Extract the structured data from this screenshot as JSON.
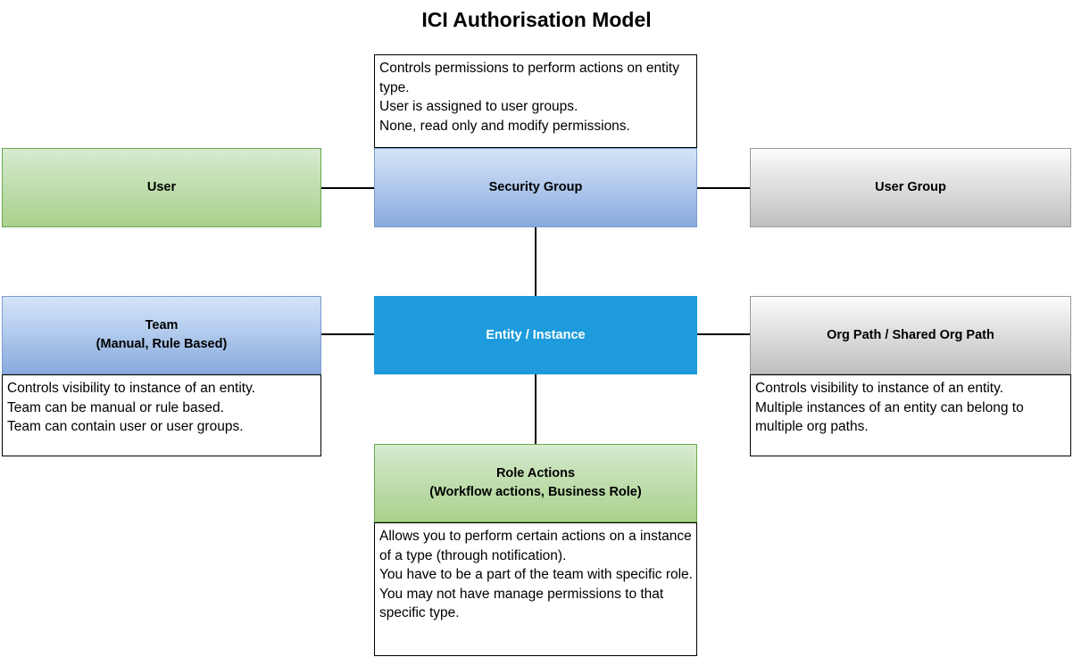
{
  "page": {
    "title": "ICI Authorisation Model",
    "background": "#ffffff"
  },
  "colors": {
    "green_fill_top": "#d9ebd0",
    "green_fill_bottom": "#a8d18c",
    "green_border": "#6aa84f",
    "blue_fill_top": "#d4e3f7",
    "blue_fill_bottom": "#88aade",
    "blue_border": "#7a9bc9",
    "gray_fill_top": "#fdfdfd",
    "gray_fill_bottom": "#bfbfbf",
    "gray_border": "#9a9a9a",
    "entity_fill": "#1d9bdd",
    "entity_text": "#ffffff",
    "note_border": "#000000",
    "note_fill": "#ffffff",
    "connector": "#000000",
    "text": "#000000"
  },
  "nodes": {
    "user": {
      "label": "User",
      "style": "green"
    },
    "security_group": {
      "label": "Security Group",
      "style": "blue"
    },
    "user_group": {
      "label": "User Group",
      "style": "gray"
    },
    "team": {
      "label_line1": "Team",
      "label_line2": "(Manual, Rule Based)",
      "style": "blue"
    },
    "entity_instance": {
      "label": "Entity / Instance",
      "style": "solid-blue"
    },
    "org_path": {
      "label": "Org Path / Shared Org Path",
      "style": "gray"
    },
    "role_actions": {
      "label_line1": "Role Actions",
      "label_line2": "(Workflow actions, Business Role)",
      "style": "green"
    }
  },
  "notes": {
    "security_group_note": "Controls permissions to perform actions on entity type.\nUser is assigned to user groups.\nNone, read only and modify permissions.",
    "team_note": "Controls visibility to instance of an entity.\nTeam can be manual or rule based.\nTeam can contain user or user groups.",
    "org_path_note": "Controls visibility to instance of an entity.\nMultiple instances of an entity can belong to multiple org paths.",
    "role_actions_note": "Allows you to perform certain actions on a instance of a type (through notification).\nYou have to be a part of the team with specific role.\nYou may not have manage permissions to that specific type."
  },
  "connections": [
    {
      "name": "user-to-security-group",
      "from": "user",
      "to": "security_group",
      "orientation": "horizontal"
    },
    {
      "name": "security-group-to-user-group",
      "from": "security_group",
      "to": "user_group",
      "orientation": "horizontal"
    },
    {
      "name": "security-group-to-entity",
      "from": "security_group",
      "to": "entity_instance",
      "orientation": "vertical"
    },
    {
      "name": "team-to-entity",
      "from": "team",
      "to": "entity_instance",
      "orientation": "horizontal"
    },
    {
      "name": "entity-to-org-path",
      "from": "entity_instance",
      "to": "org_path",
      "orientation": "horizontal"
    },
    {
      "name": "entity-to-role-actions",
      "from": "entity_instance",
      "to": "role_actions",
      "orientation": "vertical"
    }
  ]
}
